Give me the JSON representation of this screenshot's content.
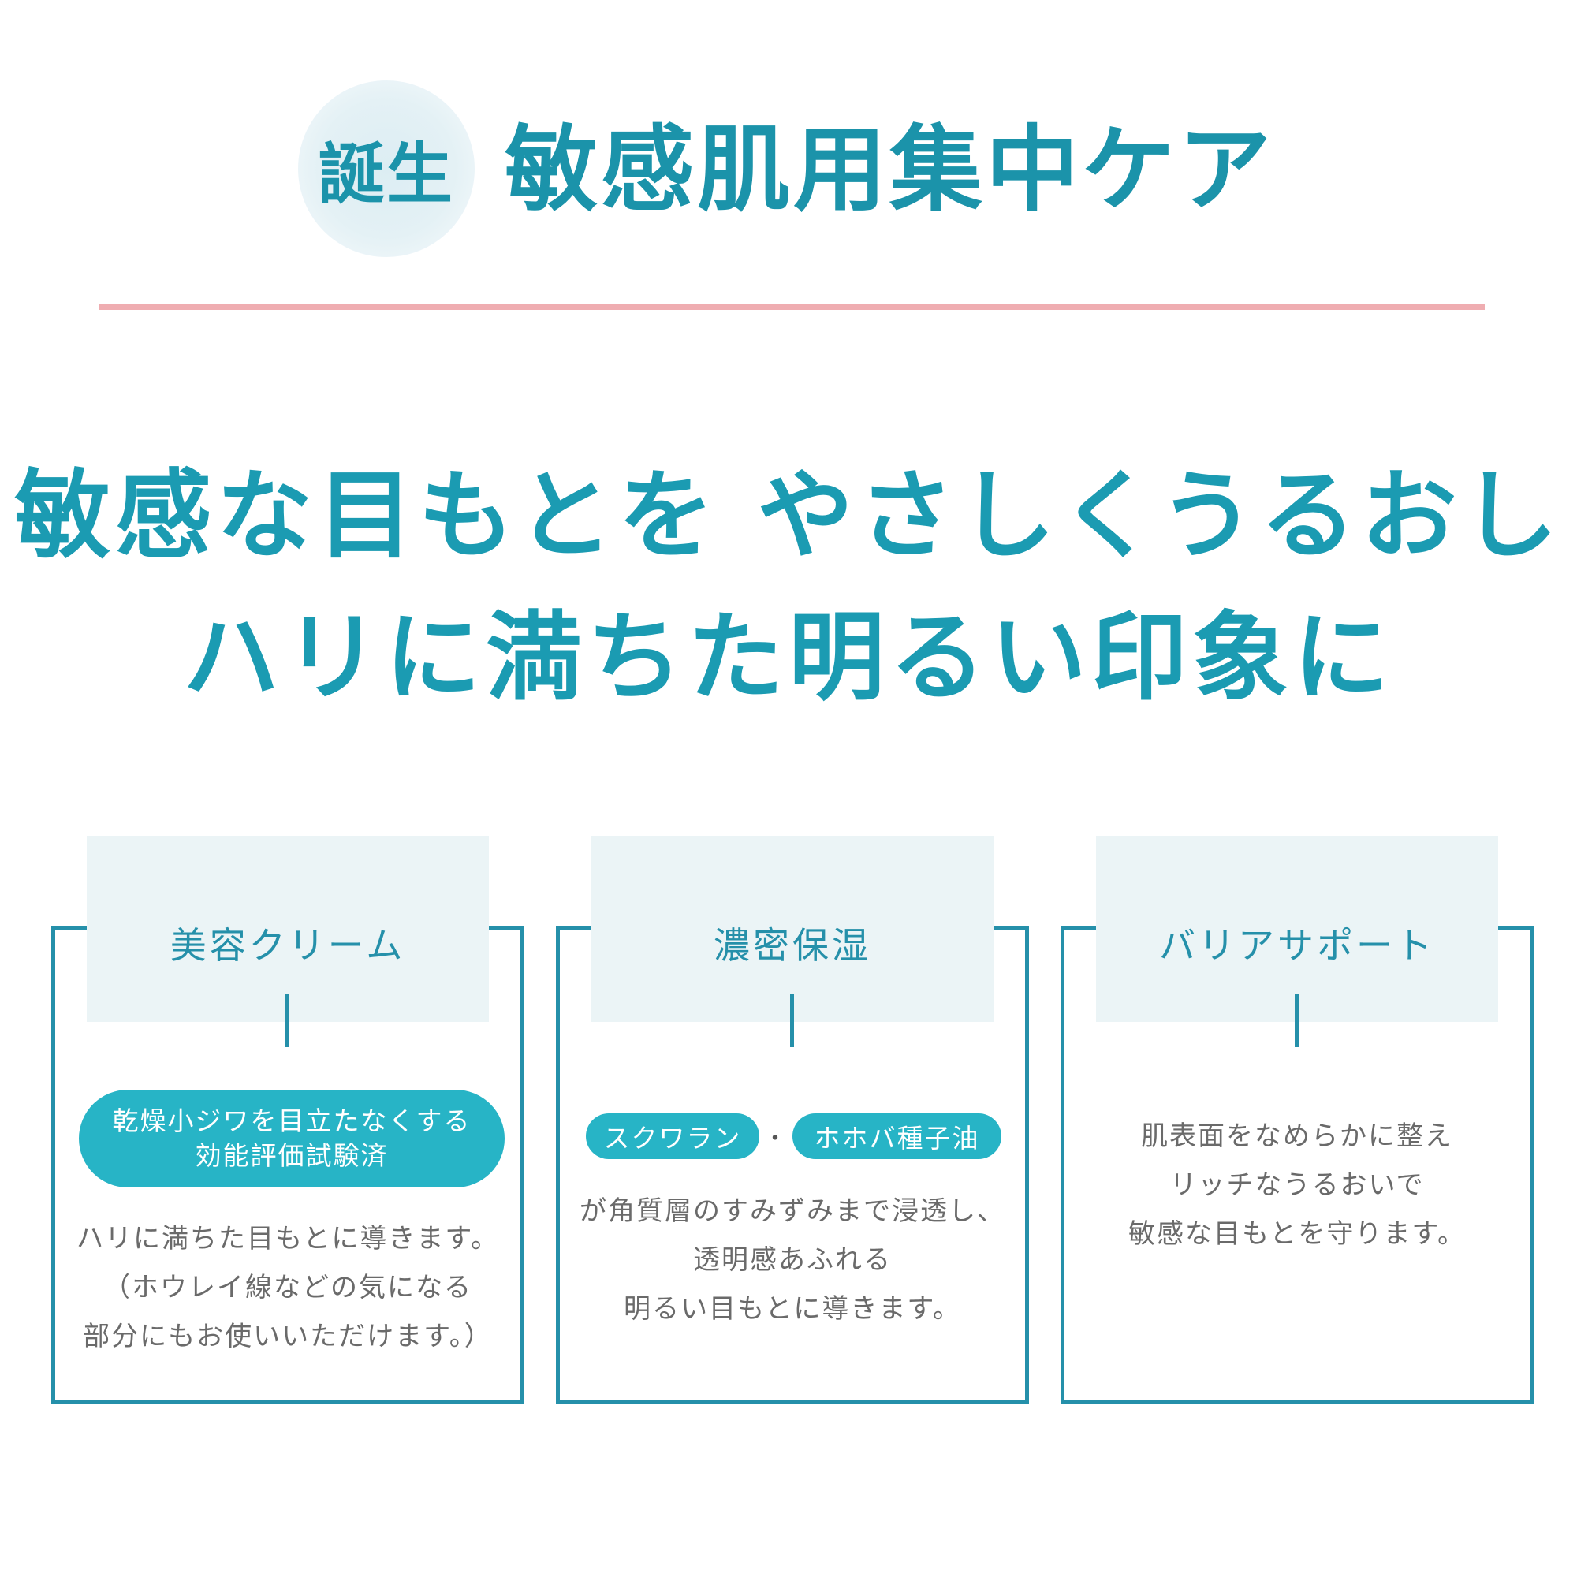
{
  "header": {
    "badge": "誕生",
    "title": "敏感肌用集中ケア"
  },
  "headline": {
    "line1": "敏感な目もとを やさしくうるおし",
    "line2": "ハリに満ちた明るい印象に"
  },
  "cards": [
    {
      "tag": "美容クリーム",
      "pill_line1": "乾燥小ジワを目立たなくする",
      "pill_line2": "効能評価試験済",
      "text": [
        "ハリに満ちた目もとに導きます。",
        "（ホウレイ線などの気になる",
        "部分にもお使いいただけます。）"
      ]
    },
    {
      "tag": "濃密保湿",
      "pill_a": "スクワラン",
      "separator": "・",
      "pill_b": "ホホバ種子油",
      "text": [
        "が角質層のすみずみまで浸透し、",
        "透明感あふれる",
        "明るい目もとに導きます。"
      ]
    },
    {
      "tag": "バリアサポート",
      "text": [
        "肌表面をなめらかに整え",
        "リッチなうるおいで",
        "敏感な目もとを守ります。"
      ]
    }
  ],
  "colors": {
    "teal": "#1b93aa",
    "teal_bright": "#27b4c6",
    "pink_rule": "#efadb1",
    "tag_bg": "#ebf4f6",
    "body_text": "#6a6a6a"
  }
}
